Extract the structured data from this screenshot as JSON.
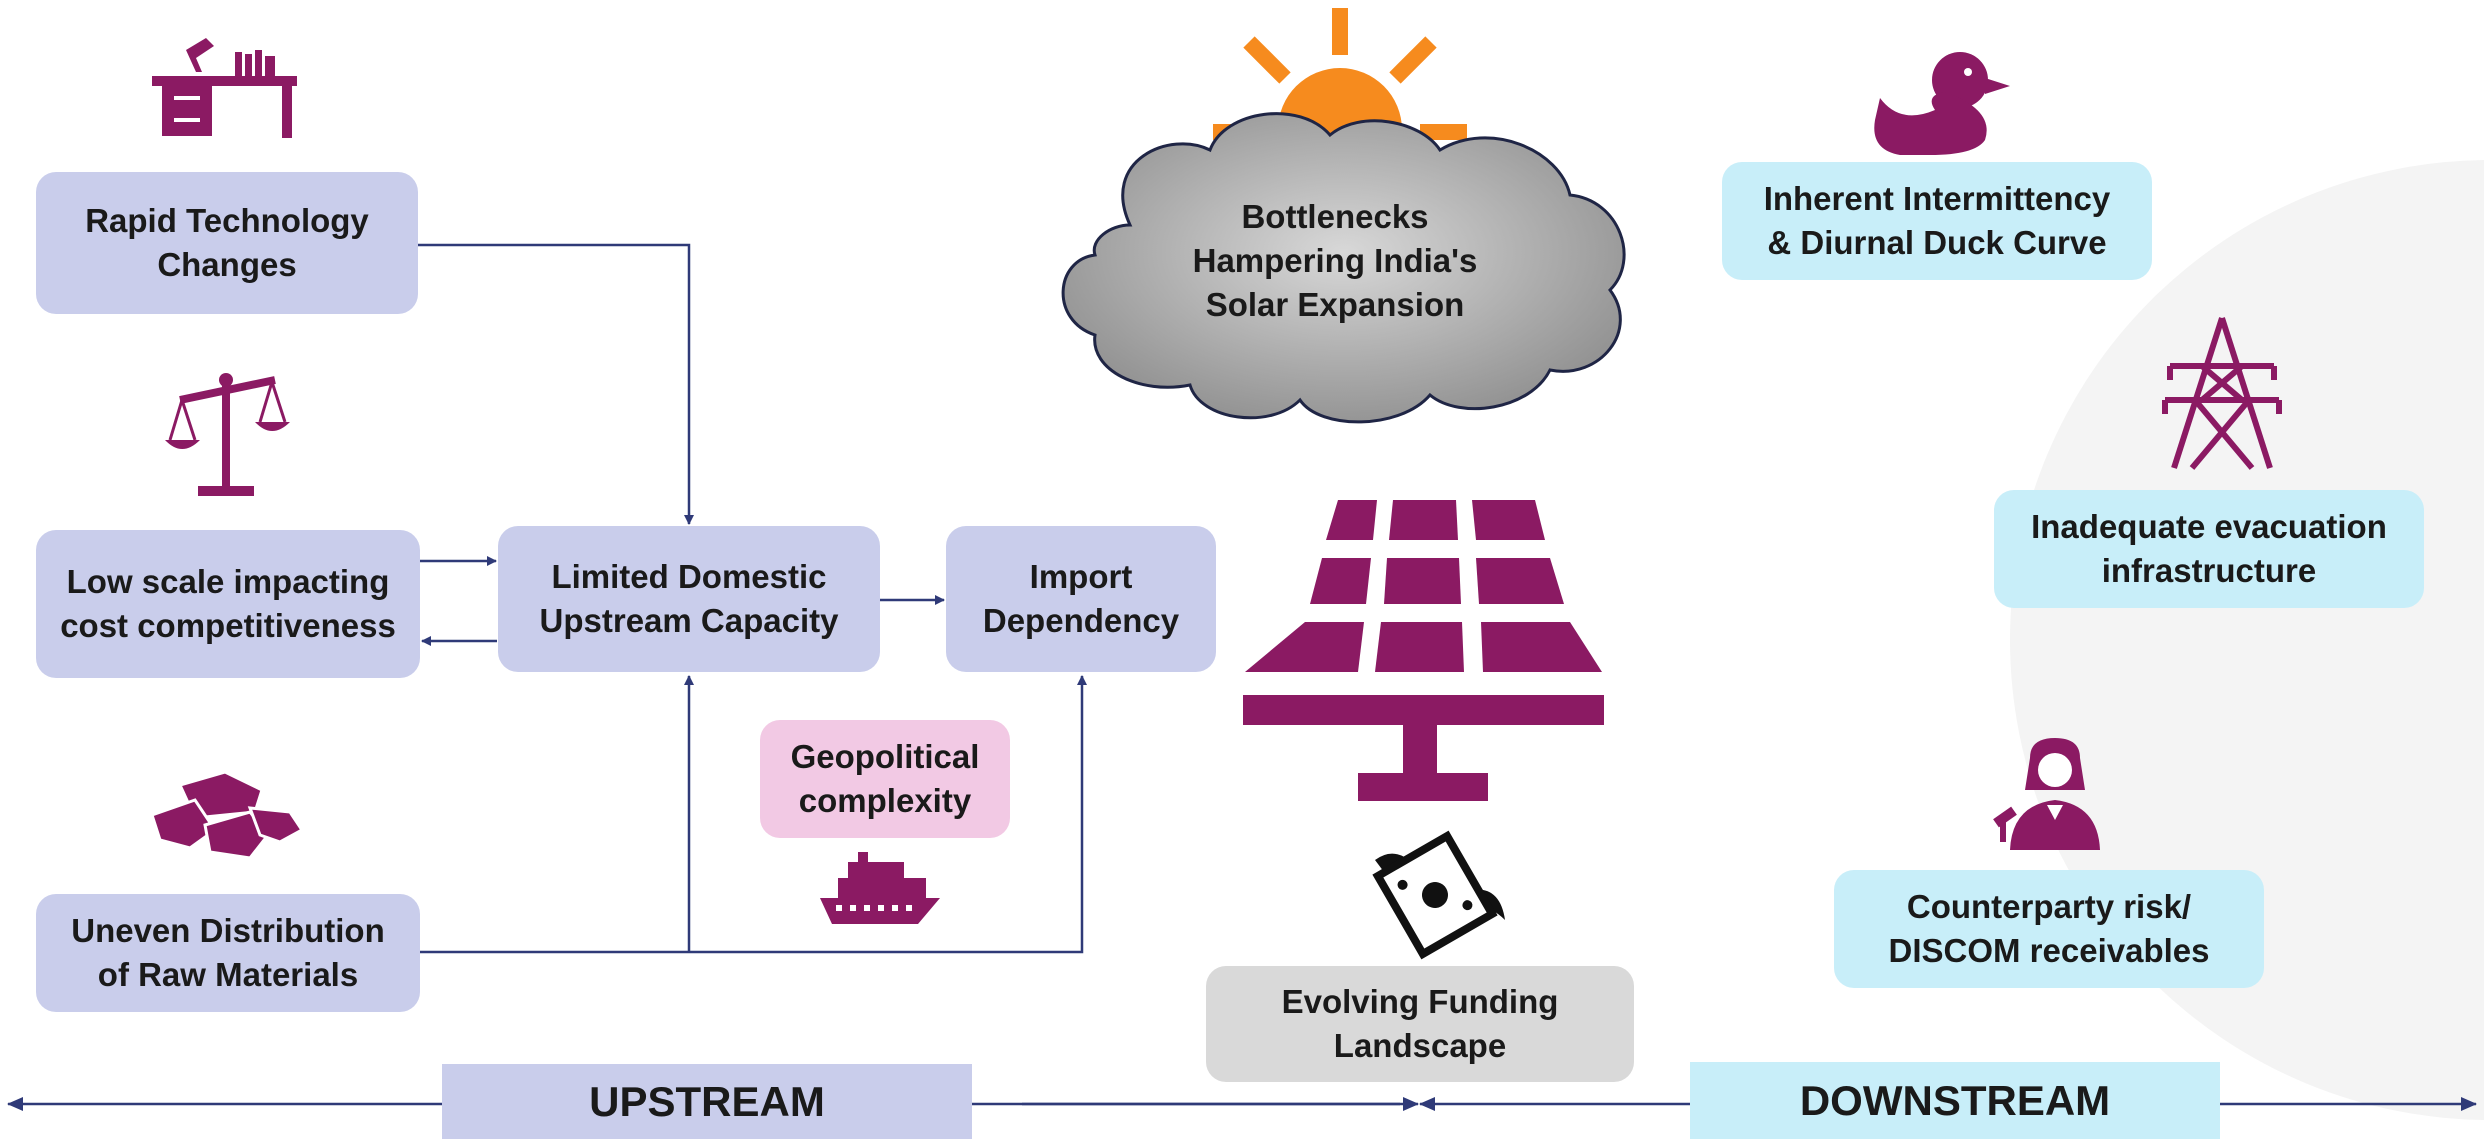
{
  "title": "Bottlenecks\nHampering India's\nSolar Expansion",
  "colors": {
    "upstream_box": "#c9cdeb",
    "downstream_box": "#c8eef9",
    "pink_box": "#f2c9e4",
    "grey_box": "#d9d9d9",
    "icon": "#8b1a63",
    "sun": "#f68b1e",
    "arrow": "#2f3a78"
  },
  "upstream": {
    "rapid_tech": "Rapid Technology\nChanges",
    "low_scale": "Low scale impacting\ncost competitiveness",
    "uneven_dist": "Uneven Distribution\nof Raw Materials",
    "limited_domestic": "Limited Domestic\nUpstream Capacity",
    "import_dependency": "Import\nDependency",
    "geopolitical": "Geopolitical\ncomplexity"
  },
  "funding": "Evolving Funding\nLandscape",
  "downstream": {
    "intermittency": "Inherent Intermittency\n& Diurnal Duck Curve",
    "evacuation": "Inadequate evacuation\ninfrastructure",
    "counterparty": "Counterparty risk/\nDISCOM receivables"
  },
  "axis": {
    "upstream_label": "UPSTREAM",
    "downstream_label": "DOWNSTREAM"
  },
  "icons": [
    "desk-icon",
    "scale-icon",
    "ore-icon",
    "ship-icon",
    "solar-panel-icon",
    "flying-money-icon",
    "duck-icon",
    "transmission-tower-icon",
    "judge-icon",
    "sun-icon",
    "cloud-icon"
  ]
}
